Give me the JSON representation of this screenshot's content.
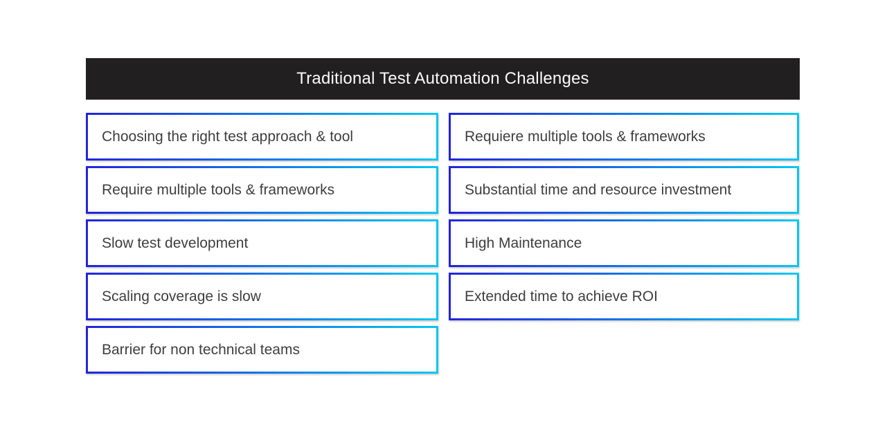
{
  "header": {
    "title": "Traditional Test Automation Challenges"
  },
  "columns": {
    "left": [
      "Choosing the right test approach & tool",
      "Require multiple tools & frameworks",
      "Slow test development",
      "Scaling coverage is slow",
      "Barrier for non technical teams"
    ],
    "right": [
      "Requiere multiple tools & frameworks",
      "Substantial time and resource investment",
      "High Maintenance",
      "Extended time to achieve ROI"
    ]
  },
  "colors": {
    "page_bg": "#ffffff",
    "header_bg": "#211f20",
    "header_text": "#fbfaf8",
    "box_bg": "#ffffff",
    "box_text": "#3e3e3e",
    "border_gradient_start": "#2323dc",
    "border_gradient_end": "#06c7f2"
  }
}
